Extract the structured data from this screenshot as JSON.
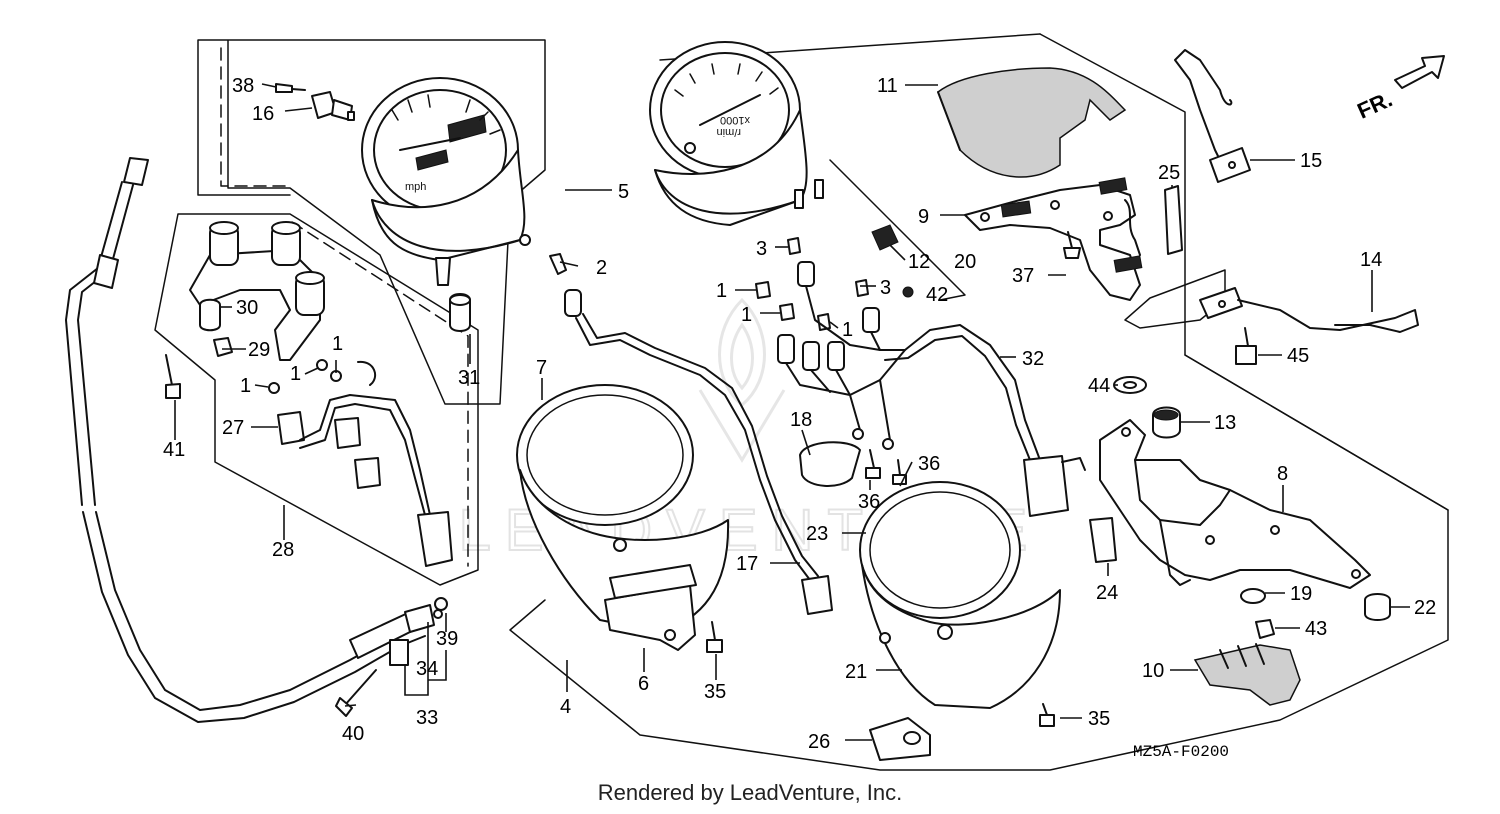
{
  "diagram": {
    "drawing_code": "MZ5A-F0200",
    "direction_label": "FR.",
    "watermark": "LEADVENTURE",
    "footer": "Rendered by LeadVenture, Inc.",
    "callouts": [
      {
        "id": "c38a",
        "text": "38"
      },
      {
        "id": "c16",
        "text": "16"
      },
      {
        "id": "c5",
        "text": "5"
      },
      {
        "id": "c2",
        "text": "2"
      },
      {
        "id": "c31",
        "text": "31"
      },
      {
        "id": "c30",
        "text": "30"
      },
      {
        "id": "c29",
        "text": "29"
      },
      {
        "id": "c1a",
        "text": "1"
      },
      {
        "id": "c1b",
        "text": "1"
      },
      {
        "id": "c1c",
        "text": "1"
      },
      {
        "id": "c41",
        "text": "41"
      },
      {
        "id": "c27",
        "text": "27"
      },
      {
        "id": "c28",
        "text": "28"
      },
      {
        "id": "c39",
        "text": "39"
      },
      {
        "id": "c34",
        "text": "34"
      },
      {
        "id": "c33",
        "text": "33"
      },
      {
        "id": "c40",
        "text": "40"
      },
      {
        "id": "c7",
        "text": "7"
      },
      {
        "id": "c4",
        "text": "4"
      },
      {
        "id": "c6",
        "text": "6"
      },
      {
        "id": "c35a",
        "text": "35"
      },
      {
        "id": "c17",
        "text": "17"
      },
      {
        "id": "c18",
        "text": "18"
      },
      {
        "id": "c36a",
        "text": "36"
      },
      {
        "id": "c36b",
        "text": "36"
      },
      {
        "id": "c23",
        "text": "23"
      },
      {
        "id": "c21",
        "text": "21"
      },
      {
        "id": "c26",
        "text": "26"
      },
      {
        "id": "c35b",
        "text": "35"
      },
      {
        "id": "c32",
        "text": "32"
      },
      {
        "id": "c3a",
        "text": "3"
      },
      {
        "id": "c3b",
        "text": "3"
      },
      {
        "id": "c1d",
        "text": "1"
      },
      {
        "id": "c1e",
        "text": "1"
      },
      {
        "id": "c1f",
        "text": "1"
      },
      {
        "id": "c12",
        "text": "12"
      },
      {
        "id": "c20",
        "text": "20"
      },
      {
        "id": "c42",
        "text": "42"
      },
      {
        "id": "c11",
        "text": "11"
      },
      {
        "id": "c9",
        "text": "9"
      },
      {
        "id": "c25",
        "text": "25"
      },
      {
        "id": "c37",
        "text": "37"
      },
      {
        "id": "c15",
        "text": "15"
      },
      {
        "id": "c14",
        "text": "14"
      },
      {
        "id": "c45",
        "text": "45"
      },
      {
        "id": "c44",
        "text": "44"
      },
      {
        "id": "c13",
        "text": "13"
      },
      {
        "id": "c8",
        "text": "8"
      },
      {
        "id": "c24",
        "text": "24"
      },
      {
        "id": "c19",
        "text": "19"
      },
      {
        "id": "c43",
        "text": "43"
      },
      {
        "id": "c22",
        "text": "22"
      },
      {
        "id": "c10",
        "text": "10"
      }
    ],
    "speedometer_unit": "mph",
    "tachometer_units": [
      "x1000",
      "r/min"
    ]
  }
}
